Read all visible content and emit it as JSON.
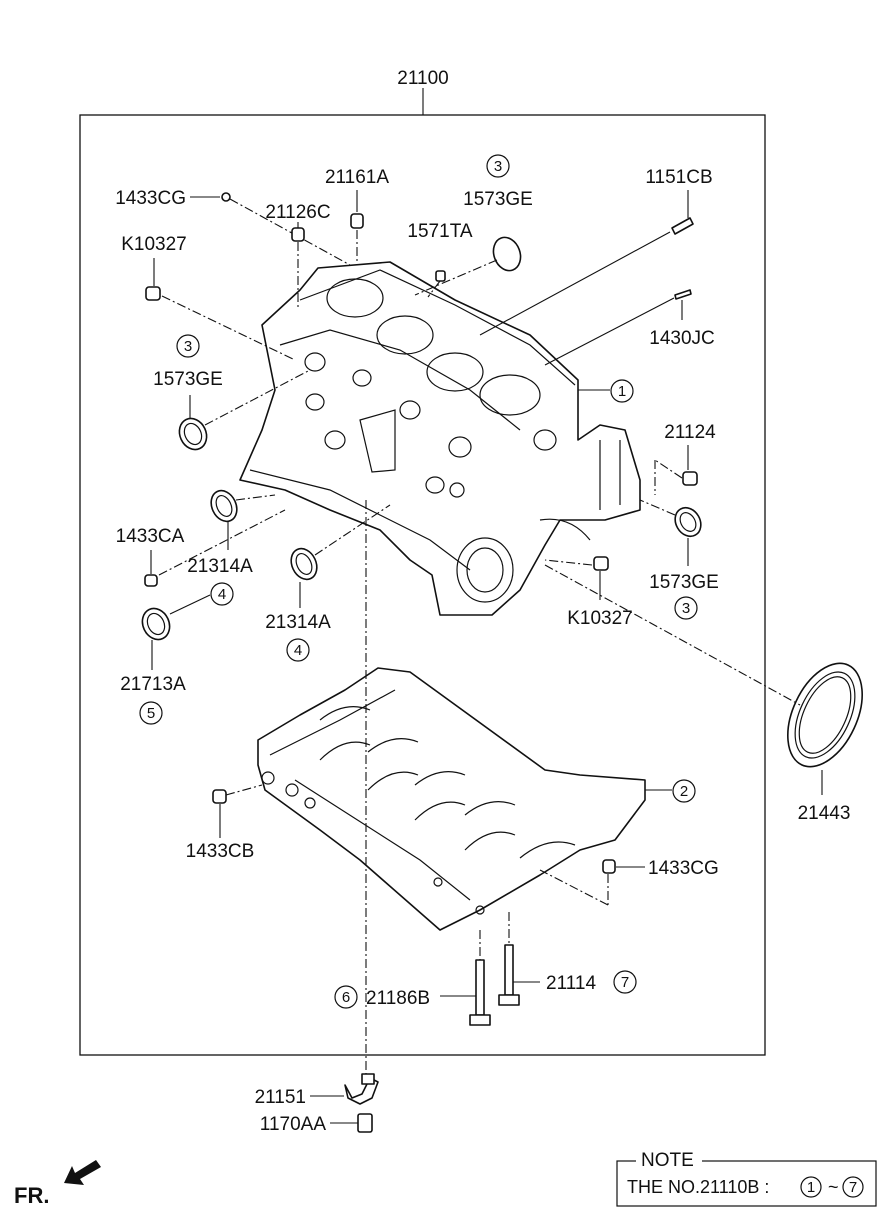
{
  "assembly_label": "21100",
  "front_indicator": "FR.",
  "note": {
    "title": "NOTE",
    "text": "THE NO.21110B :",
    "range_start": "1",
    "range_sep": "~",
    "range_end": "7"
  },
  "ref_numbers": {
    "r1": "1",
    "r2": "2",
    "r3a": "3",
    "r3b": "3",
    "r3c": "3",
    "r4a": "4",
    "r4b": "4",
    "r5": "5",
    "r6": "6",
    "r7": "7"
  },
  "parts": {
    "p1433CG_top": "1433CG",
    "p21161A": "21161A",
    "p21126C": "21126C",
    "pK10327_top": "K10327",
    "p1571TA": "1571TA",
    "p1573GE_top": "1573GE",
    "p1151CB": "1151CB",
    "p1573GE_left": "1573GE",
    "p1430JC": "1430JC",
    "p21124": "21124",
    "p1433CA": "1433CA",
    "p21314A_a": "21314A",
    "p21314A_b": "21314A",
    "p1573GE_right": "1573GE",
    "pK10327_right": "K10327",
    "p21713A": "21713A",
    "p21443": "21443",
    "p1433CB": "1433CB",
    "p1433CG_bottom": "1433CG",
    "p21186B": "21186B",
    "p21114": "21114",
    "p21151": "21151",
    "p1170AA": "1170AA"
  }
}
